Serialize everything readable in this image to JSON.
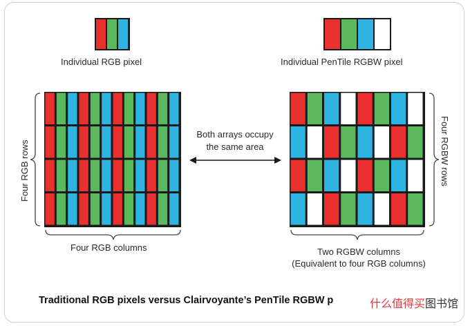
{
  "labels": {
    "rgb_pixel": "Individual RGB pixel",
    "pentile_pixel": "Individual PenTile RGBW pixel",
    "four_rgb_rows": "Four RGB rows",
    "four_rgbw_rows": "Four RGBW rows",
    "four_rgb_columns": "Four RGB columns",
    "two_rgbw_columns": "Two RGBW columns",
    "equivalent_note": "(Equivalent to four RGB columns)",
    "center_line1": "Both arrays occupy",
    "center_line2": "the same area"
  },
  "title": "Traditional RGB pixels versus Clairvoyante’s PenTile RGBW p",
  "watermark": {
    "highlight": "什么值得买",
    "text": "图书馆"
  },
  "colors": {
    "red": "#e8302f",
    "green": "#5cb85c",
    "blue": "#2fb3e0",
    "white": "#ffffff",
    "gap": "#1a1a1a",
    "bracket": "#444444"
  },
  "rgb_pixel": [
    "R",
    "G",
    "B"
  ],
  "rgbw_pixel": [
    "R",
    "G",
    "B",
    "W"
  ],
  "rgb_grid": {
    "rows": 4,
    "pattern": [
      "R",
      "G",
      "B",
      "R",
      "G",
      "B",
      "R",
      "G",
      "B",
      "R",
      "G",
      "B"
    ]
  },
  "rgbw_grid": [
    [
      "R",
      "G",
      "B",
      "W",
      "R",
      "G",
      "B",
      "W"
    ],
    [
      "B",
      "W",
      "R",
      "G",
      "B",
      "W",
      "R",
      "G"
    ],
    [
      "R",
      "G",
      "B",
      "W",
      "R",
      "G",
      "B",
      "W"
    ],
    [
      "B",
      "W",
      "R",
      "G",
      "B",
      "W",
      "R",
      "G"
    ]
  ]
}
